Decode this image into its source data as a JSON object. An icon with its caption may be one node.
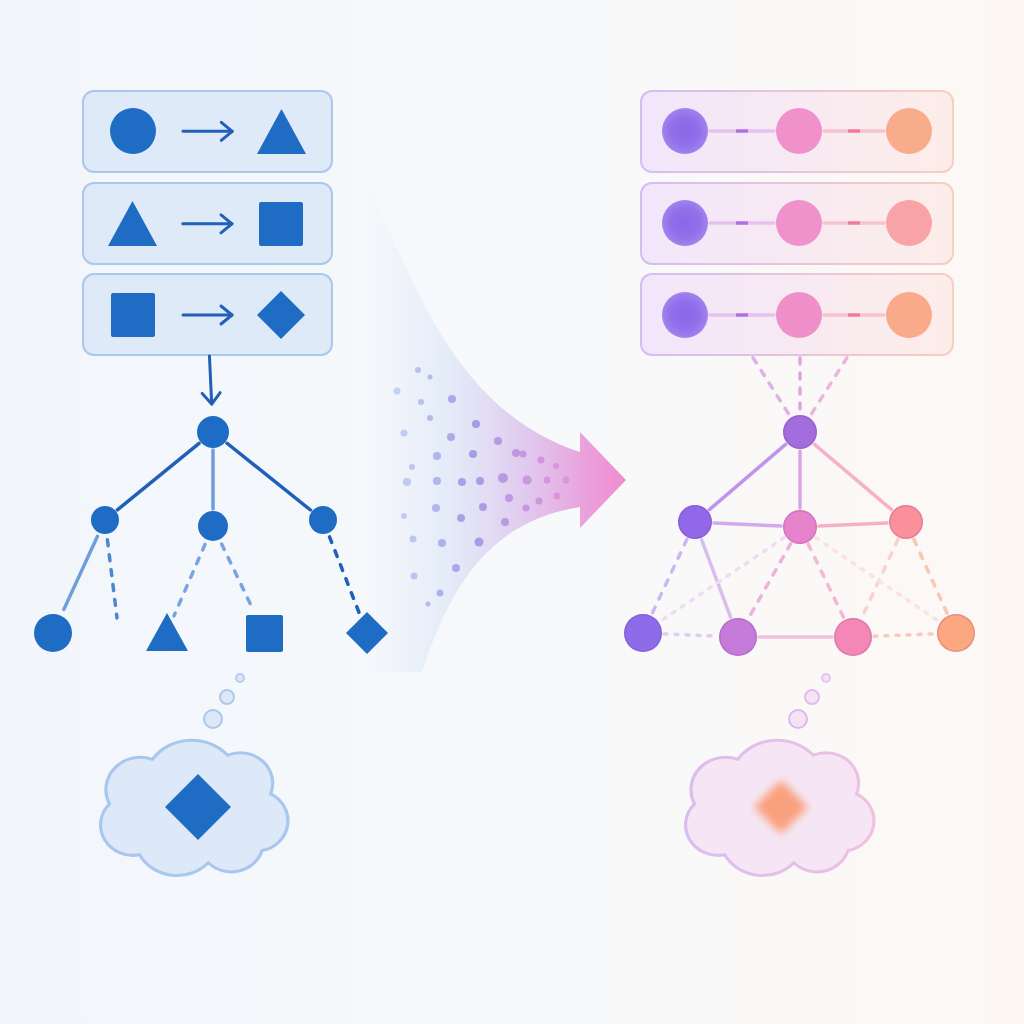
{
  "diagram": {
    "nodes": [
      {
        "text": [],
        "shape": "box"
      },
      {
        "text": [],
        "shape": "circle",
        "in": 0
      },
      {
        "text": [],
        "shape": "triangle",
        "in": 0
      },
      {
        "text": [],
        "shape": "box"
      },
      {
        "text": [],
        "shape": "triangle",
        "in": 3
      },
      {
        "text": [],
        "shape": "square",
        "in": 3
      },
      {
        "text": [],
        "shape": "box"
      },
      {
        "text": [],
        "shape": "square",
        "in": 6
      },
      {
        "text": [],
        "shape": "diamond",
        "in": 6
      },
      {
        "text": [],
        "shape": "circle"
      },
      {
        "text": [],
        "shape": "circle"
      },
      {
        "text": [],
        "shape": "circle"
      },
      {
        "text": [],
        "shape": "circle"
      },
      {
        "text": [],
        "shape": "circle"
      },
      {
        "text": [],
        "shape": "triangle"
      },
      {
        "text": [],
        "shape": "square"
      },
      {
        "text": [],
        "shape": "diamond"
      },
      {
        "text": [],
        "shape": "cloud"
      },
      {
        "text": [],
        "shape": "diamond",
        "in": 17
      },
      {
        "text": [],
        "shape": "box"
      },
      {
        "text": [],
        "shape": "circle",
        "in": 19
      },
      {
        "text": [],
        "shape": "circle",
        "in": 19
      },
      {
        "text": [],
        "shape": "circle",
        "in": 19
      },
      {
        "text": [],
        "shape": "box"
      },
      {
        "text": [],
        "shape": "circle",
        "in": 23
      },
      {
        "text": [],
        "shape": "circle",
        "in": 23
      },
      {
        "text": [],
        "shape": "circle",
        "in": 23
      },
      {
        "text": [],
        "shape": "box"
      },
      {
        "text": [],
        "shape": "circle",
        "in": 27
      },
      {
        "text": [],
        "shape": "circle",
        "in": 27
      },
      {
        "text": [],
        "shape": "circle",
        "in": 27
      },
      {
        "text": [],
        "shape": "circle"
      },
      {
        "text": [],
        "shape": "circle"
      },
      {
        "text": [],
        "shape": "circle"
      },
      {
        "text": [],
        "shape": "circle"
      },
      {
        "text": [],
        "shape": "circle"
      },
      {
        "text": [],
        "shape": "circle"
      },
      {
        "text": [],
        "shape": "circle"
      },
      {
        "text": [],
        "shape": "circle"
      },
      {
        "text": [],
        "shape": "cloud"
      },
      {
        "text": [],
        "shape": "diamond",
        "in": 39
      }
    ],
    "edges": [
      {
        "from": 1,
        "to": 2,
        "arrow": "to"
      },
      {
        "from": 4,
        "to": 5,
        "arrow": "to"
      },
      {
        "from": 7,
        "to": 8,
        "arrow": "to"
      },
      {
        "from": 6,
        "to": 9,
        "arrow": "to"
      },
      {
        "from": 9,
        "to": 10,
        "arrow": "none"
      },
      {
        "from": 9,
        "to": 11,
        "arrow": "none",
        "color": "#6f9edb"
      },
      {
        "from": 9,
        "to": 12,
        "arrow": "none"
      },
      {
        "from": 10,
        "to": 13,
        "arrow": "none",
        "color": "#6f9edb"
      },
      {
        "from": 10,
        "to": null,
        "arrow": "none",
        "style": "dashed",
        "color": "#4d86d2"
      },
      {
        "from": 11,
        "to": 14,
        "arrow": "none",
        "style": "dashed",
        "color": "#78a5df"
      },
      {
        "from": 11,
        "to": 15,
        "arrow": "none",
        "style": "dashed",
        "color": "#78a5df"
      },
      {
        "from": 12,
        "to": 16,
        "arrow": "none",
        "style": "dashed"
      },
      {
        "from": 20,
        "to": 21,
        "arrow": "none",
        "color": "#e3c2ee"
      },
      {
        "from": 21,
        "to": 22,
        "arrow": "none",
        "color": "#f6c3cf"
      },
      {
        "from": 24,
        "to": 25,
        "arrow": "none",
        "color": "#e3c2ee"
      },
      {
        "from": 25,
        "to": 26,
        "arrow": "none",
        "color": "#f6c3cf"
      },
      {
        "from": 28,
        "to": 29,
        "arrow": "none",
        "color": "#e3c2ee"
      },
      {
        "from": 29,
        "to": 30,
        "arrow": "none",
        "color": "#f6c3cf"
      },
      {
        "from": 27,
        "to": 31,
        "arrow": "none",
        "style": "dashed",
        "color": "#e1b0e8"
      },
      {
        "from": 27,
        "to": 31,
        "arrow": "none",
        "style": "dashed",
        "color": "#dfa6e2"
      },
      {
        "from": 27,
        "to": 31,
        "arrow": "none",
        "style": "dashed",
        "color": "#eab6de"
      },
      {
        "from": 31,
        "to": 32,
        "arrow": "none",
        "color": "#bf95ea"
      },
      {
        "from": 31,
        "to": 33,
        "arrow": "none",
        "color": "#d9a5e4"
      },
      {
        "from": 31,
        "to": 34,
        "arrow": "none",
        "color": "#f5b2c8"
      },
      {
        "from": 32,
        "to": 33,
        "arrow": "none",
        "color": "#d3aaee"
      },
      {
        "from": 33,
        "to": 34,
        "arrow": "none",
        "color": "#f3b0c7"
      },
      {
        "from": 32,
        "to": 35,
        "arrow": "none",
        "style": "dashed",
        "color": "#cdb6f3"
      },
      {
        "from": 32,
        "to": 36,
        "arrow": "none",
        "color": "#dbbcef"
      },
      {
        "from": 33,
        "to": 36,
        "arrow": "none",
        "style": "dashed",
        "color": "#eeb2dc"
      },
      {
        "from": 33,
        "to": 37,
        "arrow": "none",
        "style": "dashed",
        "color": "#f2b8d6"
      },
      {
        "from": 34,
        "to": 37,
        "arrow": "none",
        "style": "dashed",
        "color": "#fbd2cb"
      },
      {
        "from": 34,
        "to": 38,
        "arrow": "none",
        "style": "dashed",
        "color": "#f9c7b4"
      },
      {
        "from": 33,
        "to": 35,
        "arrow": "none",
        "style": "dashed",
        "color": "#efdcf3"
      },
      {
        "from": 33,
        "to": 38,
        "arrow": "none",
        "style": "dashed",
        "color": "#f9e2df"
      },
      {
        "from": 35,
        "to": 36,
        "arrow": "none",
        "style": "dashed",
        "color": "#e0cdf4"
      },
      {
        "from": 36,
        "to": 37,
        "arrow": "none",
        "color": "#f2bfdc"
      },
      {
        "from": 37,
        "to": 38,
        "arrow": "none",
        "style": "dashed",
        "color": "#f8cbb8"
      }
    ]
  }
}
